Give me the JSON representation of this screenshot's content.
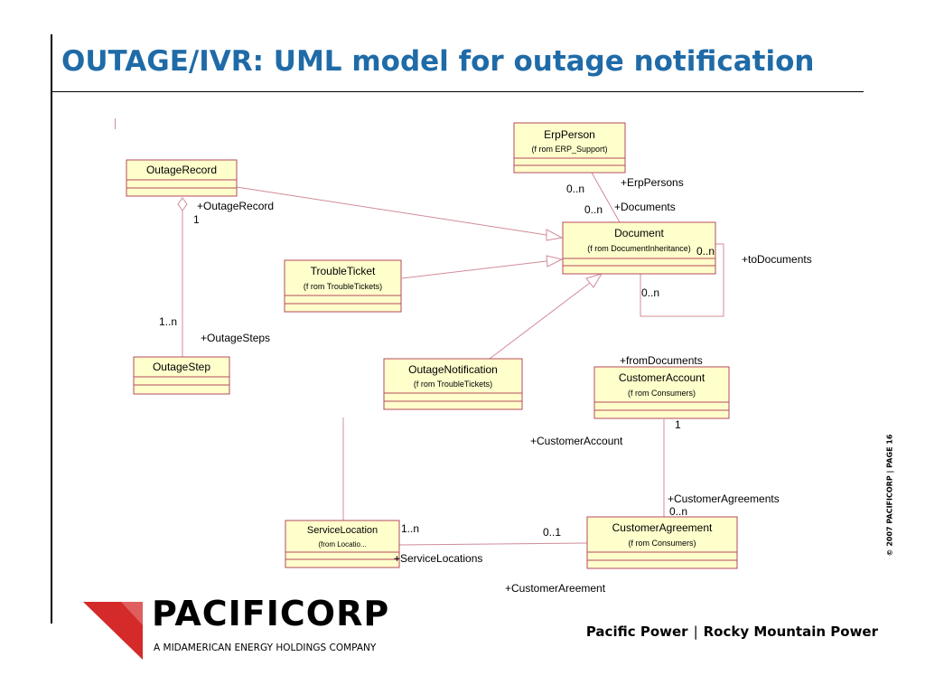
{
  "slide": {
    "title": "OUTAGE/IVR: UML model for outage notification",
    "copyright": "© 2007 PACIFICORP  |  PAGE 16"
  },
  "diagram": {
    "classes": {
      "erp_person": {
        "name": "ErpPerson",
        "from": "(f rom ERP_Support)"
      },
      "outage_record": {
        "name": "OutageRecord",
        "from": ""
      },
      "document": {
        "name": "Document",
        "from": "(f rom DocumentInheritance)"
      },
      "trouble_ticket": {
        "name": "TroubleTicket",
        "from": "(f rom TroubleTickets)"
      },
      "outage_step": {
        "name": "OutageStep",
        "from": ""
      },
      "outage_notification": {
        "name": "OutageNotification",
        "from": "(f rom TroubleTickets)"
      },
      "customer_account": {
        "name": "CustomerAccount",
        "from": "(f rom Consumers)"
      },
      "service_location": {
        "name": "ServiceLocation",
        "from": "(from Locatio..."
      },
      "customer_agreement": {
        "name": "CustomerAgreement",
        "from": "(f rom Consumers)"
      }
    },
    "labels": {
      "erp_persons_role": "+ErpPersons",
      "erp_person_mult": "0..n",
      "documents_mult": "0..n",
      "documents_role": "+Documents",
      "outage_record_role": "+OutageRecord",
      "outage_record_mult": "1",
      "to_documents_mult": "0..n",
      "to_documents_role": "+toDocuments",
      "self_mult": "0..n",
      "outage_steps_mult": "1..n",
      "outage_steps_role": "+OutageSteps",
      "from_documents_role": "+fromDocuments",
      "customer_account_mult": "1",
      "customer_account_role": "+CustomerAccount",
      "customer_agreements_role": "+CustomerAgreements",
      "customer_agreements_mult": "0..n",
      "service_locations_mult": "1..n",
      "customer_agreement_mult": "0..1",
      "service_locations_role": "+ServiceLocations",
      "customer_areement_role": "+CustomerAreement"
    }
  },
  "footer": {
    "logo_name": "PACIFICORP",
    "logo_subtitle": "A MIDAMERICAN ENERGY HOLDINGS COMPANY",
    "brand_left": "Pacific Power",
    "brand_separator": "|",
    "brand_right": "Rocky Mountain Power"
  },
  "colors": {
    "title": "#1f6ba8",
    "class_fill": "#ffffcc",
    "class_border": "#b5485e",
    "association": "#d08c99",
    "logo_red": "#d42a2a"
  }
}
